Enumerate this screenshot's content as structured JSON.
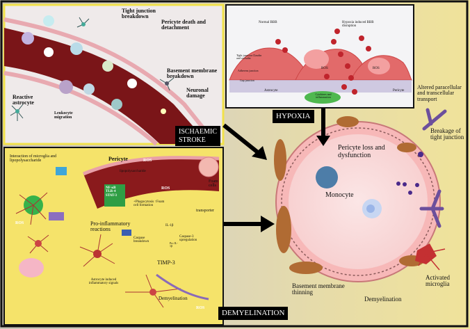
{
  "panels": {
    "ischaemic": {
      "title_line1": "ISCHAEMIC",
      "title_line2": "STROKE",
      "labels": {
        "tight_junction": "Tight junction breakdown",
        "pericyte_death": "Pericyte death and detachment",
        "basement_membrane": "Basement membrane breakdown",
        "neuronal_damage": "Neuronal damage",
        "reactive_astrocyte": "Reactive astrocyte",
        "leukocyte_migration": "Leukocyte migration"
      }
    },
    "hypoxia": {
      "title": "HYPOXIA",
      "labels": {
        "normal_bbb": "Normal BBB",
        "hypoxia_bbb": "Hypoxia induced BBB disruption",
        "tight_junction": "Tight junction Claudin and occludin",
        "adherens": "Adherens junction",
        "gap": "Gap junction",
        "astrocyte": "Astrocyte",
        "pericyte": "Pericyte",
        "ros1": "ROS",
        "ros2": "ROS",
        "cytokines": "Cytokines and inflammation"
      }
    },
    "demyelination": {
      "title": "DEMYELINATION",
      "labels": {
        "interaction": "Interaction of microglia and lipopolysaccharide",
        "pericyte": "Pericyte",
        "lps": "lipopolysaccharide",
        "foam_cells": "Foam cells",
        "ros_a": "ROS",
        "ros_b": "ROS",
        "ros_c": "ROS",
        "ros_d": "ROS",
        "nfkb": "NF-κB TLR-4 STAT-3",
        "phago": "+Phagocytosis ↑Foam cell formation",
        "pro_inflam": "Pro-inflammatory reactions",
        "caspase_breakdown": "Caspase breakdown",
        "il1b": "IL-1β",
        "caspase_up": "Caspase-3 upregulation",
        "pro_il": "Pro IL-1β",
        "transporter": "transporter",
        "timp": "TIMP-3",
        "astro_signals": "Astrocyte induced inflammatory signals",
        "demyelination": "Demyelination"
      }
    },
    "central": {
      "labels": {
        "altered": "Altered paracellular and transcellular transport",
        "breakage": "Breakage of tight junction",
        "pericyte_loss": "Pericyte loss and dysfunction",
        "monocyte": "Monocyte",
        "basement_thinning": "Basement membrane thinning",
        "demyelination": "Demyelination",
        "activated_microglia": "Activated microglia"
      }
    }
  },
  "colors": {
    "background": "#d8d2bf",
    "vessel": "#7a1518",
    "endothelium": "#f2b6b6",
    "ros": "#e01020",
    "panel_bg": "#f3f3f3",
    "label_box": "#000000"
  }
}
